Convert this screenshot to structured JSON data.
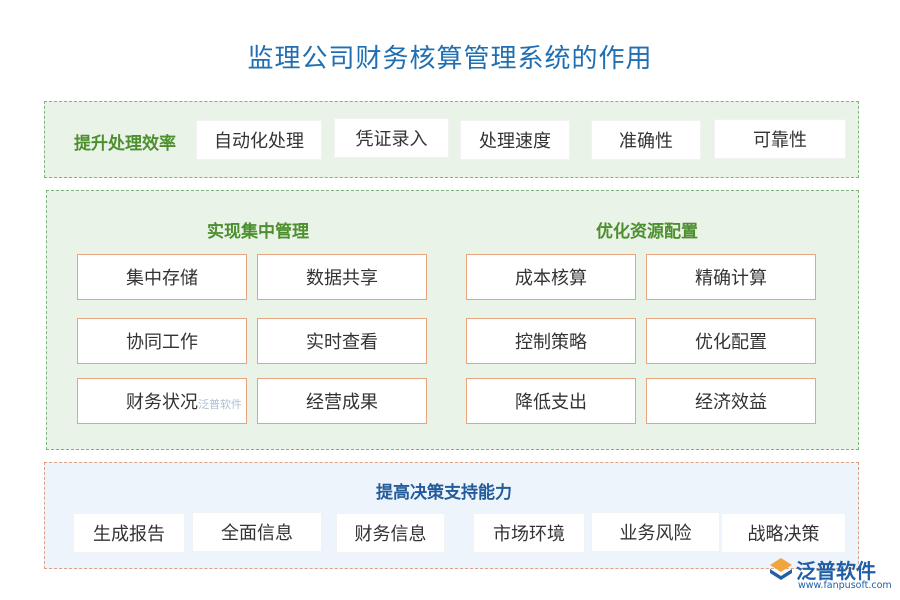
{
  "title": "监理公司财务核算管理系统的作用",
  "section_efficiency": {
    "label": "提升处理效率",
    "items": [
      "自动化处理",
      "凭证录入",
      "处理速度",
      "准确性",
      "可靠性"
    ]
  },
  "section_middle": {
    "left_label": "实现集中管理",
    "left_items": [
      "集中存储",
      "数据共享",
      "协同工作",
      "实时查看",
      "财务状况",
      "经营成果"
    ],
    "right_label": "优化资源配置",
    "right_items": [
      "成本核算",
      "精确计算",
      "控制策略",
      "优化配置",
      "降低支出",
      "经济效益"
    ]
  },
  "section_decision": {
    "label": "提高决策支持能力",
    "items": [
      "生成报告",
      "全面信息",
      "财务信息",
      "市场环境",
      "业务风险",
      "战略决策"
    ]
  },
  "watermark": {
    "text": "泛普软件"
  },
  "logo": {
    "name": "泛普软件",
    "url": "www.fanpusoft.com"
  },
  "colors": {
    "title": "#1f6fb2",
    "green_label": "#4d8f2f",
    "blue_label": "#245b9a",
    "box_border": "#e5a47d"
  }
}
